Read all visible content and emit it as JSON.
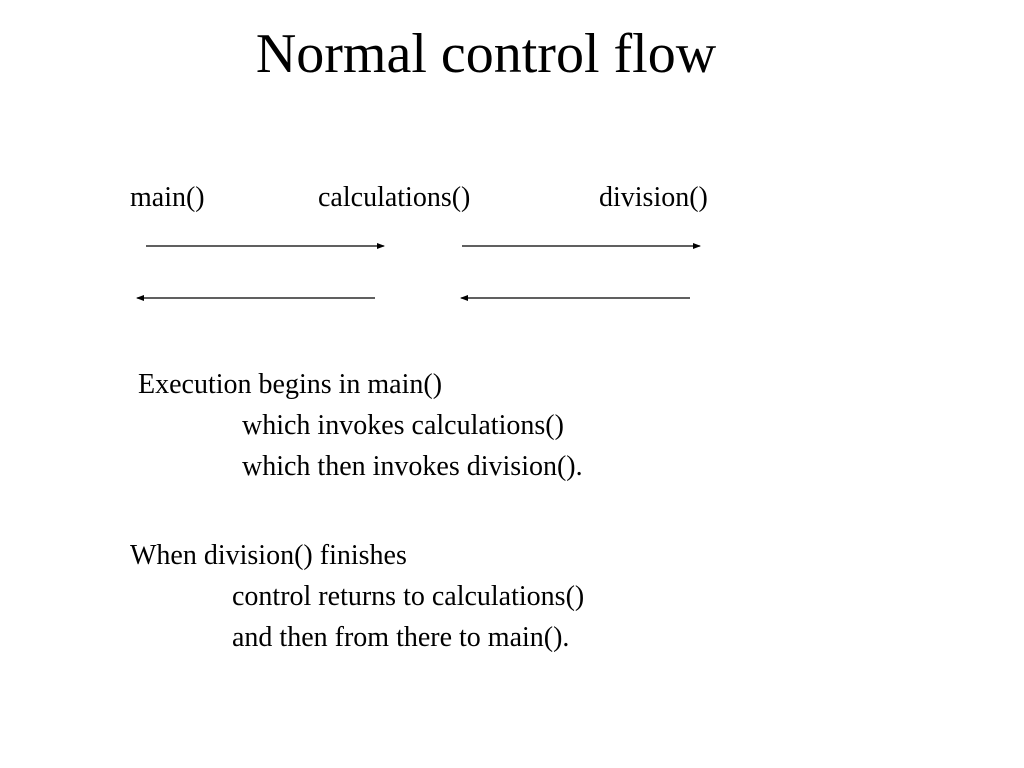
{
  "title": "Normal control flow",
  "functions": [
    "main()",
    "calculations()",
    "division()"
  ],
  "execution": {
    "lines": [
      "Execution begins in main()",
      "which invokes calculations()",
      "which then invokes division()."
    ]
  },
  "returns": {
    "lines": [
      "When division() finishes",
      "control returns to calculations()",
      "and then from there to main()."
    ]
  }
}
